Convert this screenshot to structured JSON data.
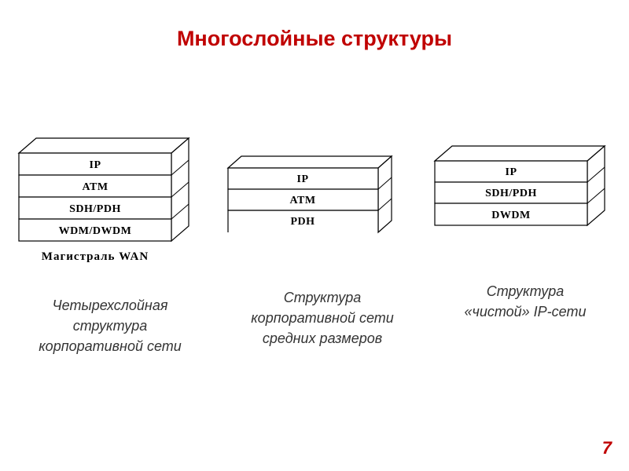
{
  "slide": {
    "title": "Многослойные структуры",
    "number": "7"
  },
  "stacks": [
    {
      "layers": [
        "IP",
        "ATM",
        "SDH/PDH",
        "WDM/DWDM"
      ],
      "caption_label": "Магистраль WAN",
      "caption": "Четырехслойная\nструктура\nкорпоративной сети"
    },
    {
      "layers": [
        "IP",
        "ATM",
        "PDH"
      ],
      "caption": "Структура\nкорпоративной сети\nсредних размеров"
    },
    {
      "layers": [
        "IP",
        "SDH/PDH",
        "DWDM"
      ],
      "caption": "Структура\n«чистой» IP-сети"
    }
  ]
}
